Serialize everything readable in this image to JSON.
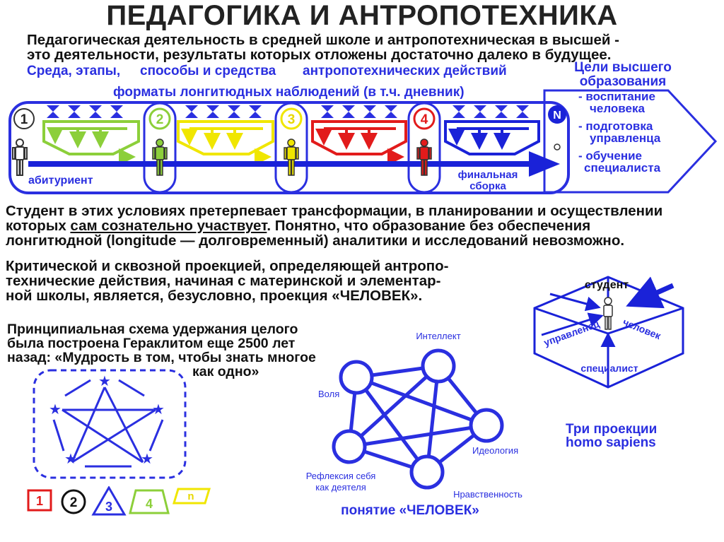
{
  "title": "ПЕДАГОГИКА И АНТРОПОТЕХНИКА",
  "intro": {
    "line1": "Педагогическая деятельность в средней школе и антропотехническая в высшей -",
    "line2": "это деятельности, результаты которых отложены достаточно далеко в будущее."
  },
  "subheader": {
    "environment": "Среда, этапы,",
    "methods": "способы и средства",
    "actions": "антропотехнических действий",
    "formats": "форматы лонгитюдных наблюдений (в т.ч. дневник)"
  },
  "goals": {
    "title_line1": "Цели высшего",
    "title_line2": "образования",
    "item1_line1": "- воспитание",
    "item1_line2": "человека",
    "item2_line1": "- подготовка",
    "item2_line2": "управленца",
    "item3_line1": "- обучение",
    "item3_line2": "специалиста"
  },
  "pipeline": {
    "stage1": "1",
    "stage2": "2",
    "stage3": "3",
    "stage4": "4",
    "stageN": "N",
    "applicant": "абитуриент",
    "final_line1": "финальная",
    "final_line2": "сборка"
  },
  "student_para": {
    "line1": "Студент в этих условиях претерпевает трансформации, в планировании и осуществлении",
    "line2a": "которых ",
    "line2u": "сам сознательно участвует",
    "line2b": ".  Понятно, что образование без обеспечения",
    "line3": "лонгитюдной (longitude — долговременный) аналитики и исследований невозможно."
  },
  "critical_para": {
    "line1": "Критической и сквозной проекцией, определяющей антропо-",
    "line2": "технические действия, начиная с материнской и элементар-",
    "line3": "ной школы, является, безусловно, проекция «ЧЕЛОВЕК»."
  },
  "heraclitus": {
    "line1": "Принципиальная схема удержания целого",
    "line2": "была  построена Гераклитом еще 2500 лет",
    "line3": "назад: «Мудрость в том, чтобы знать многое",
    "line4": "как одно»"
  },
  "shapes": {
    "s1": "1",
    "s2": "2",
    "s3": "3",
    "s4": "4",
    "sn": "n"
  },
  "network": {
    "intellect": "Интеллект",
    "will": "Воля",
    "ideology": "Идеология",
    "reflection_line1": "Рефлексия себя",
    "reflection_line2": "как деятеля",
    "morality": "Нравственность",
    "concept": "понятие «ЧЕЛОВЕК»"
  },
  "cube": {
    "student": "студент",
    "manager": "управленец",
    "human": "человек",
    "specialist": "специалист"
  },
  "projections": {
    "line1": "Три проекции",
    "line2": "homo sapiens"
  },
  "colors": {
    "blue": "#2a2fe0",
    "green": "#8ccf3a",
    "yellow": "#f0e600",
    "red": "#e21b1b",
    "dark_blue": "#1a22d8"
  }
}
